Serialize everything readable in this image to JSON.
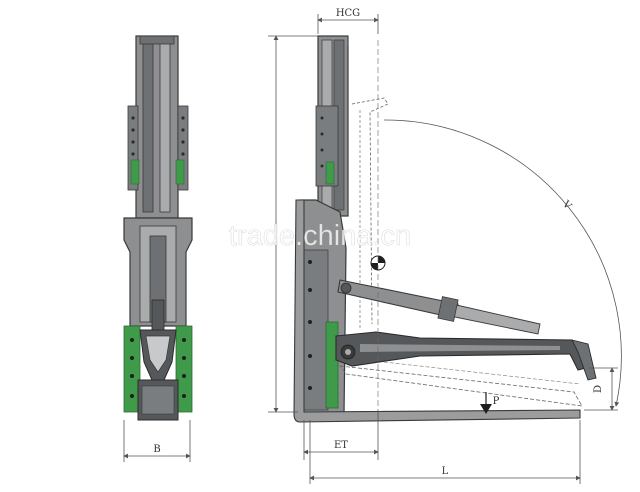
{
  "diagram": {
    "dimension_labels": {
      "hcg": "HCG",
      "b": "B",
      "et": "ET",
      "l": "L",
      "v": "V",
      "d": "D",
      "p": "P"
    },
    "watermark": "trade.china.cn",
    "colors": {
      "line": "#3a3a3a",
      "dimension_line": "#555555",
      "body_gray": "#8d8f91",
      "dark_gray": "#55585b",
      "pad_green": "#3f9a4a",
      "background": "#ffffff"
    }
  }
}
